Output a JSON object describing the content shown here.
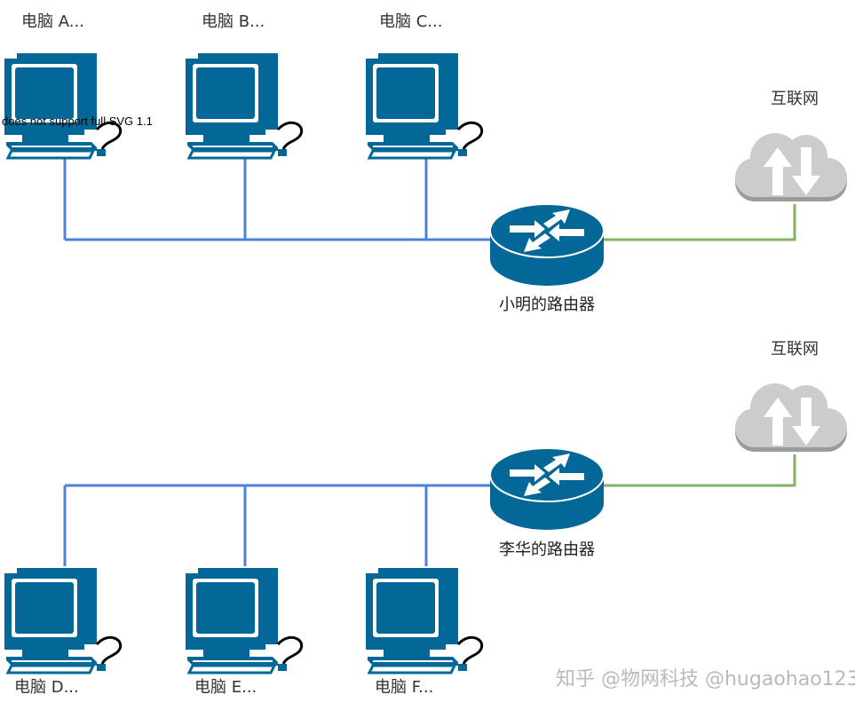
{
  "warning_text": "does not support full SVG 1.1",
  "networks": [
    {
      "router_label": "小明的路由器",
      "internet_label": "互联网",
      "computers": [
        {
          "label": "电脑 A..."
        },
        {
          "label": "电脑 B..."
        },
        {
          "label": "电脑 C..."
        }
      ]
    },
    {
      "router_label": "李华的路由器",
      "internet_label": "互联网",
      "computers": [
        {
          "label": "电脑 D..."
        },
        {
          "label": "电脑 E..."
        },
        {
          "label": "电脑 F..."
        }
      ]
    }
  ],
  "watermark": "知乎 @物网科技 @hugaohao123",
  "colors": {
    "device_blue": "#036897",
    "lan_link": "#4d7fdc",
    "wan_link": "#82b366",
    "cloud_gray": "#cccccc",
    "cloud_shadow": "#9b9b9b"
  }
}
